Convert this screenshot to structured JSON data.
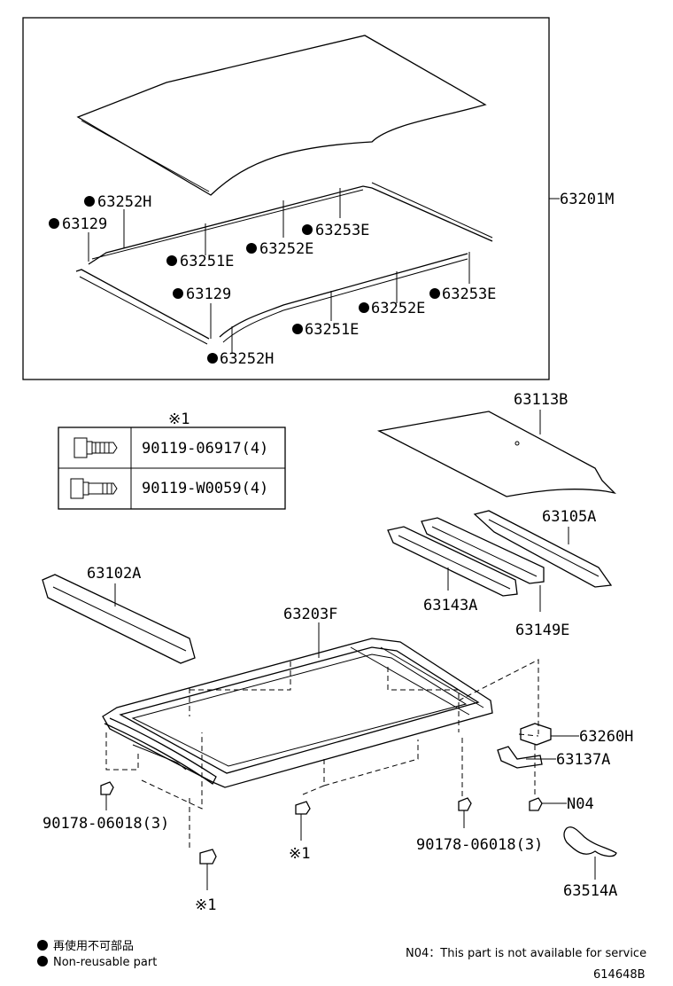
{
  "top_group": {
    "assembly": "63201M",
    "labels": {
      "l1": "63252H",
      "l2": "63129",
      "l3": "63251E",
      "l4": "63252E",
      "l5": "63253E",
      "l6": "63129",
      "l7": "63252E",
      "l8": "63253E",
      "l9": "63251E",
      "l10": "63252H"
    }
  },
  "bolt_table": {
    "ref_mark": "※1",
    "rows": [
      {
        "part": "90119-06917(4)",
        "icon": "flange-bolt-icon"
      },
      {
        "part": "90119-W0059(4)",
        "icon": "flange-bolt-icon"
      }
    ]
  },
  "parts": {
    "p63113B": "63113B",
    "p63105A": "63105A",
    "p63102A": "63102A",
    "p63143A": "63143A",
    "p63149E": "63149E",
    "p63203F": "63203F",
    "p63260H": "63260H",
    "p63137A": "63137A",
    "pN04": "N04",
    "p63514A": "63514A",
    "nut_left": "90178-06018(3)",
    "nut_right": "90178-06018(3)",
    "ref_mid": "※1",
    "ref_bottom": "※1"
  },
  "legend": {
    "jp": "再使用不可部品",
    "en": "Non-reusable part",
    "n04_note": "N04：This part is not available for service",
    "code": "614648B"
  }
}
